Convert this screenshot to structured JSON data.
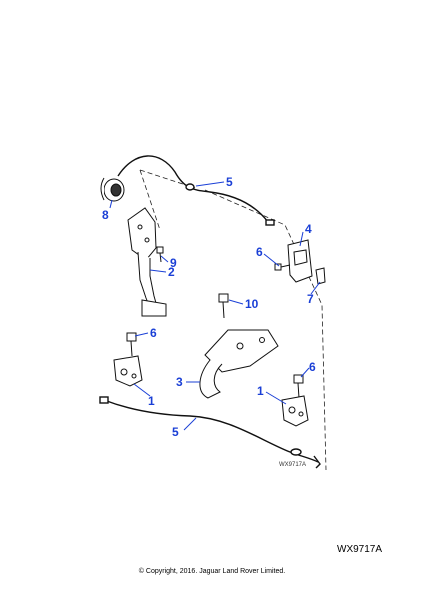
{
  "diagram": {
    "callout_color": "#1a3fd6",
    "line_color": "#1a3fd6",
    "part_color": "#111111",
    "callouts": [
      "5",
      "8",
      "4",
      "9",
      "6",
      "2",
      "7",
      "10",
      "6",
      "3",
      "1",
      "6",
      "1",
      "5"
    ],
    "small_code": "WX9717A"
  },
  "reference_code": "WX9717A",
  "copyright": "© Copyright, 2016. Jaguar Land Rover Limited."
}
